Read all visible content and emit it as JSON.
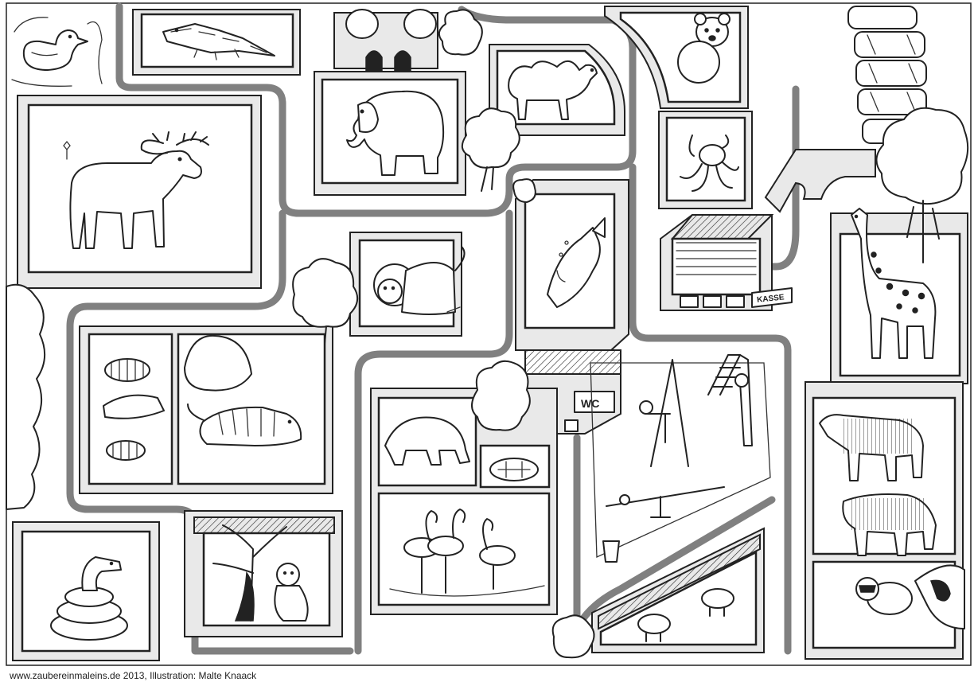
{
  "signs": {
    "ticket_booth": "KASSE",
    "toilet": "WC"
  },
  "credit": "www.zaubereinmaleins.de 2013, Illustration: Malte Knaack"
}
